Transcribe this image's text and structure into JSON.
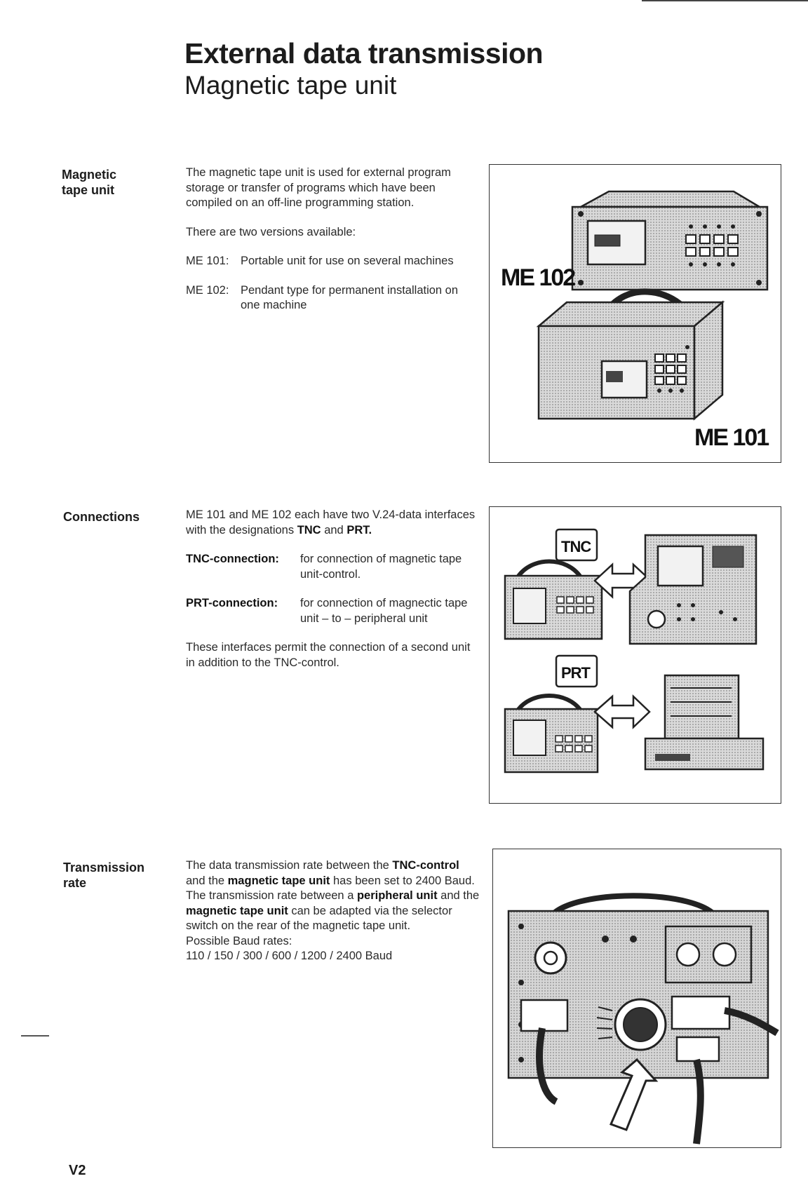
{
  "header": {
    "title": "External data transmission",
    "subtitle": "Magnetic tape unit"
  },
  "section_tape": {
    "heading_line1": "Magnetic",
    "heading_line2": "tape unit",
    "para1": "The magnetic tape unit is used for external program storage or transfer of programs which have been compiled on an off-line programming station.",
    "para2": "There are two versions available:",
    "items": [
      {
        "term": "ME 101:",
        "desc": "Portable unit for use on several machines"
      },
      {
        "term": "ME 102:",
        "desc": "Pendant type for permanent installation on one machine"
      }
    ],
    "figure": {
      "label_top": "ME 102",
      "label_bottom": "ME 101"
    }
  },
  "section_connections": {
    "heading": "Connections",
    "intro_prefix": "ME 101 and ME 102 each have two V.24-data interfaces with the designations ",
    "intro_tnc": "TNC",
    "intro_and": " and ",
    "intro_prt": "PRT.",
    "items": [
      {
        "term": "TNC-connection:",
        "desc": "for connection of magnetic tape unit-control."
      },
      {
        "term": "PRT-connection:",
        "desc": "for connection of magnectic tape unit – to – peripheral unit"
      }
    ],
    "closing": "These interfaces permit the connection of a second unit in addition to the TNC-control.",
    "figure": {
      "label_tnc": "TNC",
      "label_prt": "PRT"
    }
  },
  "section_rate": {
    "heading_line1": "Transmission",
    "heading_line2": "rate",
    "t1": "The data transmission rate between the ",
    "b1": "TNC-control",
    "t2": " and the ",
    "b2": "magnetic tape unit",
    "t3": " has been set to 2400 Baud. The transmission rate between a ",
    "b3": "peripheral unit",
    "t4": " and the ",
    "b4": "magnetic tape unit",
    "t5": " can be adapted via the selector switch on the rear of the magnetic tape unit.",
    "possible": "Possible Baud rates:",
    "rates": "110 / 150 / 300 / 600 / 1200 / 2400 Baud"
  },
  "footer": {
    "page_number": "V2"
  }
}
